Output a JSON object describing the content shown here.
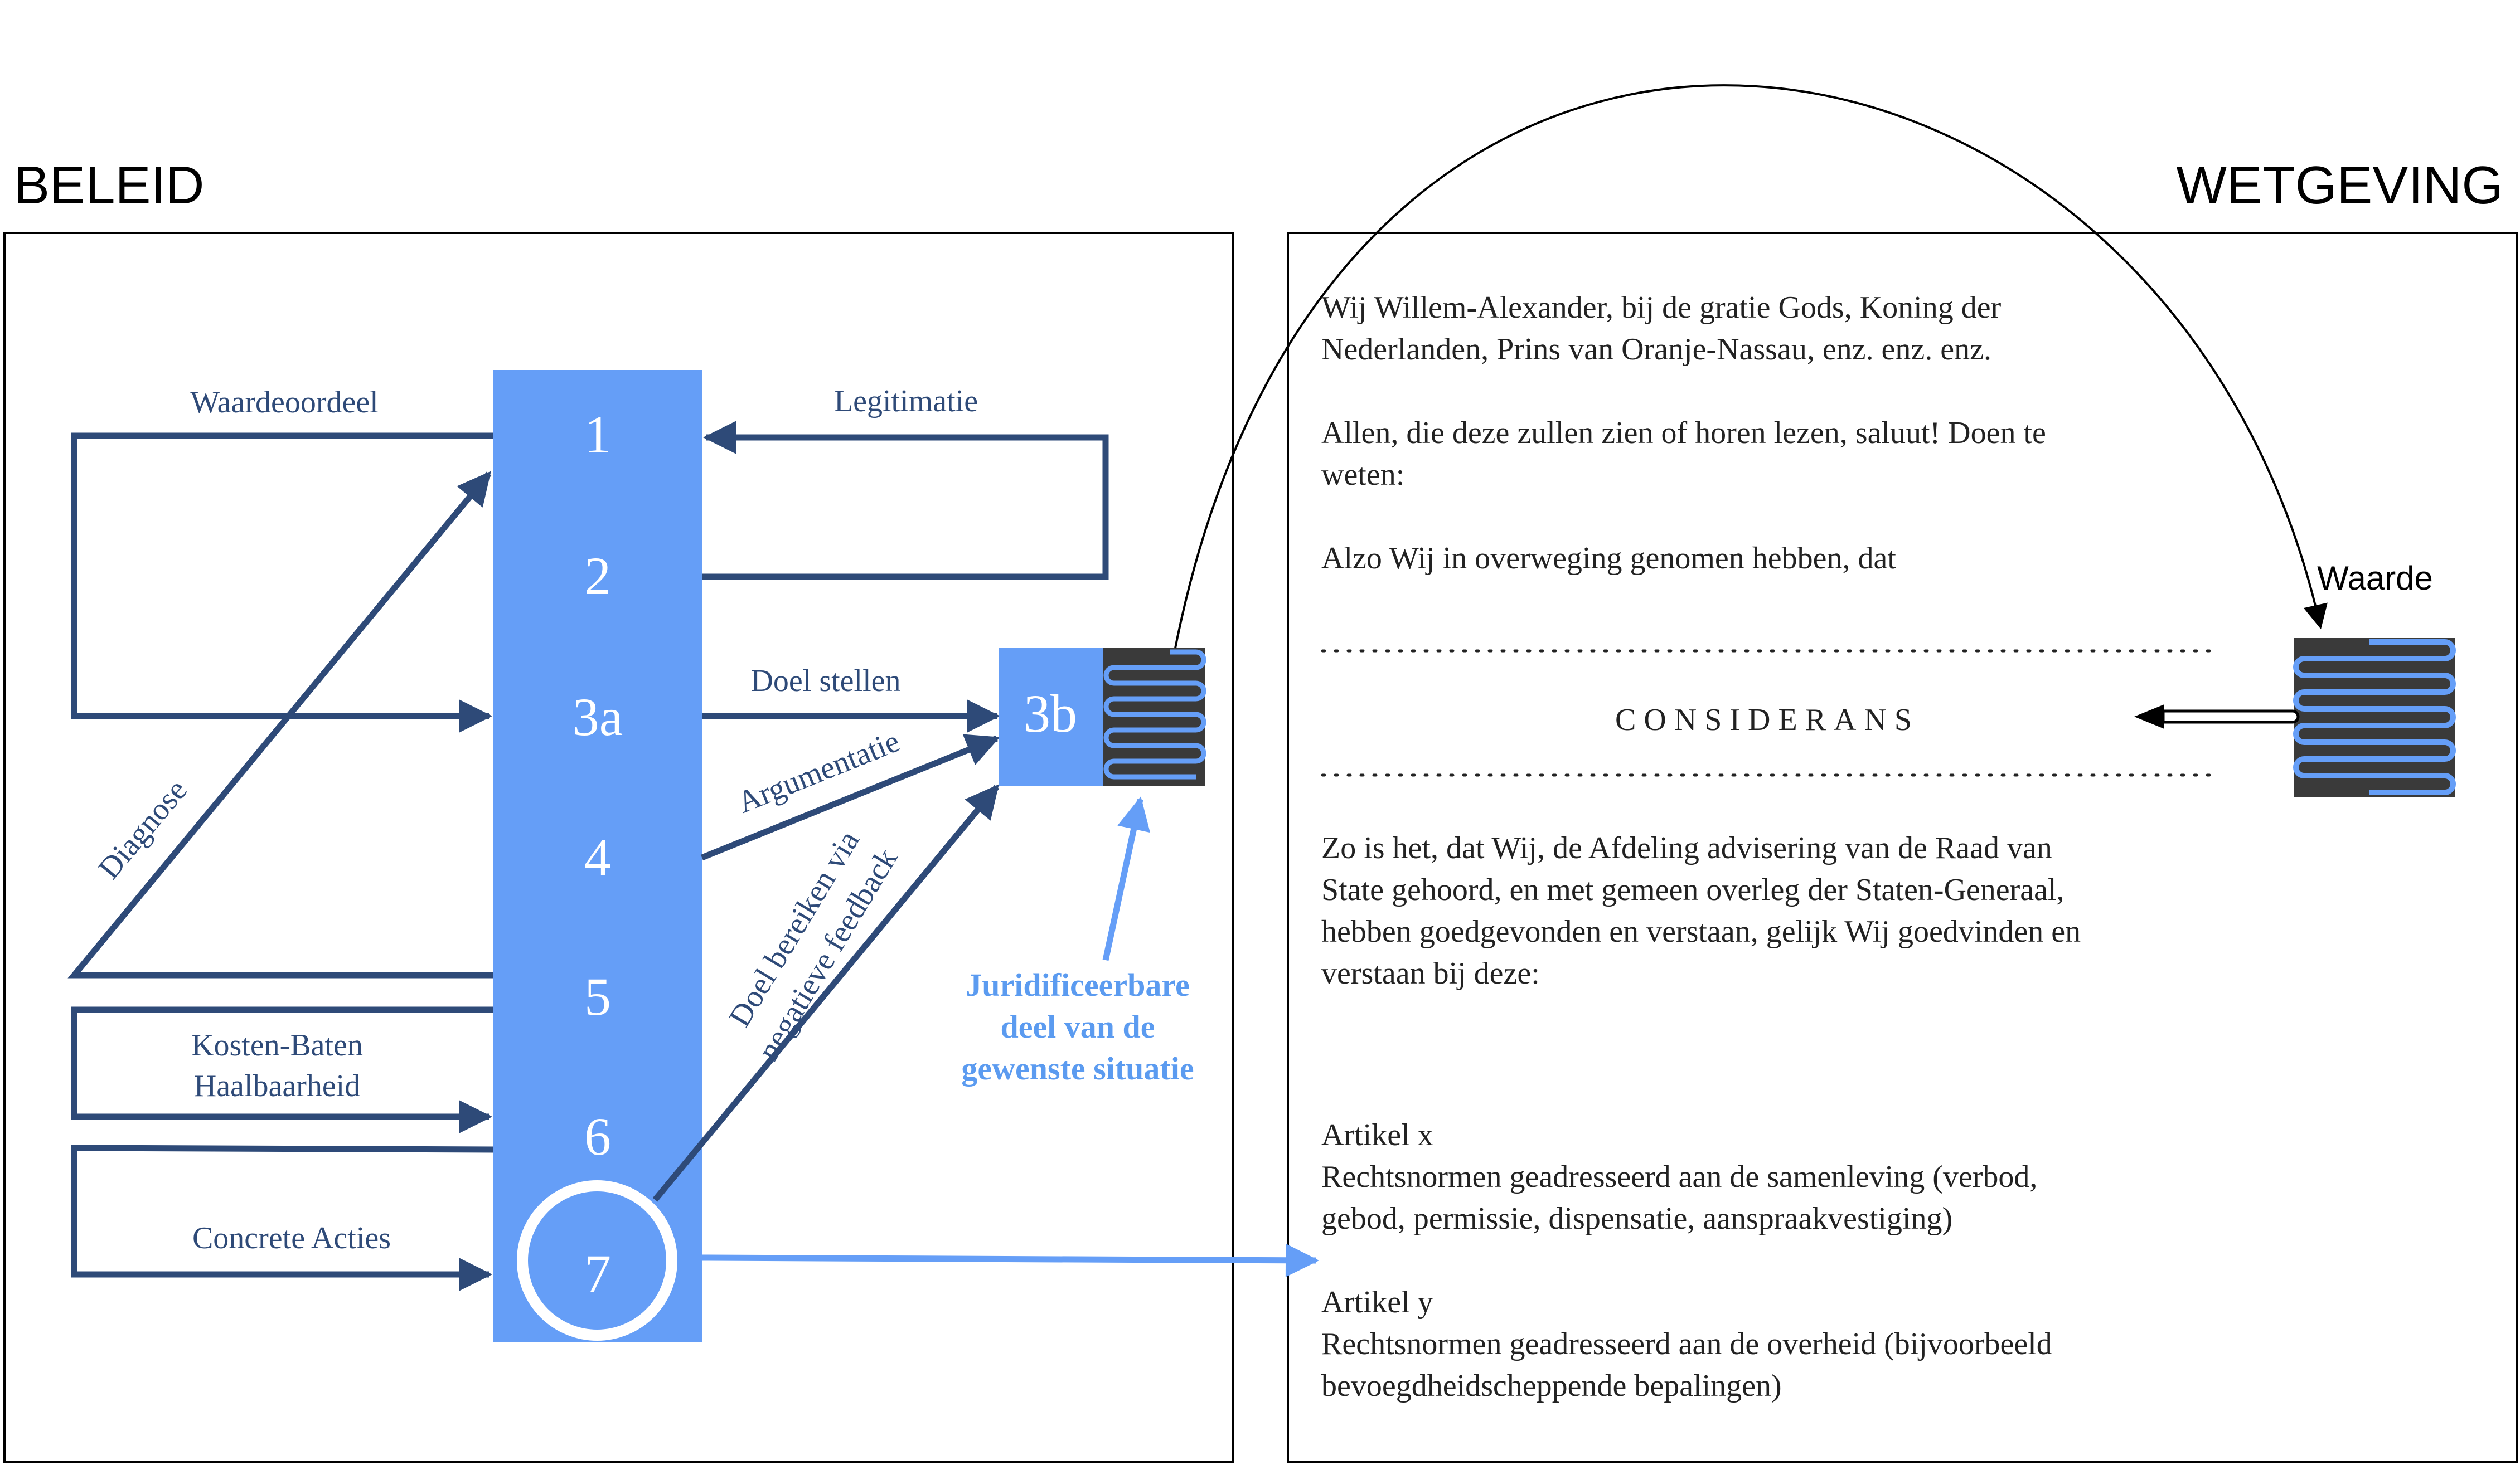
{
  "headers": {
    "left": "BELEID",
    "right": "WETGEVING"
  },
  "steps": [
    "1",
    "2",
    "3a",
    "4",
    "5",
    "6",
    "7"
  ],
  "target_box": {
    "label": "3b"
  },
  "value_label": "Waarde",
  "edge_labels": {
    "waardeoordeel": "Waardeoordeel",
    "legitimatie": "Legitimatie",
    "doel_stellen": "Doel stellen",
    "argumentatie": "Argumentatie",
    "diagnose": "Diagnose",
    "kosten_baten": [
      "Kosten-Baten",
      "Haalbaarheid"
    ],
    "concrete_acties": "Concrete Acties",
    "doel_bereiken": [
      "Doel bereiken via",
      "negatieve feedback"
    ]
  },
  "juridificeerbare": [
    "Juridificeerbare",
    "deel van de",
    "gewenste situatie"
  ],
  "law_text": {
    "preamble": [
      "Wij Willem-Alexander, bij de gratie Gods, Koning der",
      "Nederlanden, Prins van Oranje-Nassau, enz. enz. enz."
    ],
    "greeting": [
      "Allen, die deze zullen zien of horen lezen, saluut! Doen te",
      "weten:"
    ],
    "alzo": "Alzo Wij in overweging genomen hebben, dat",
    "considerans": "CONSIDERANS",
    "zo_is_het": [
      "Zo is het, dat Wij, de Afdeling advisering van de Raad van",
      "State gehoord, en met gemeen overleg der Staten-Generaal,",
      "hebben goedgevonden en verstaan, gelijk Wij goedvinden en",
      "verstaan bij deze:"
    ],
    "artikel_x": [
      "Artikel x",
      "Rechtsnormen geadresseerd aan de samenleving (verbod,",
      "gebod, permissie, dispensatie, aanspraakvestiging)"
    ],
    "artikel_y": [
      "Artikel y",
      "Rechtsnormen geadresseerd aan de overheid (bijvoorbeeld",
      "bevoegdheidscheppende bepalingen)"
    ]
  },
  "colors": {
    "column_blue": "#659ef7",
    "dark_navy": "#2e4a78",
    "light_blue_text": "#5b9bf0",
    "coil_background": "#3a3a3a",
    "text_black": "#222222"
  }
}
